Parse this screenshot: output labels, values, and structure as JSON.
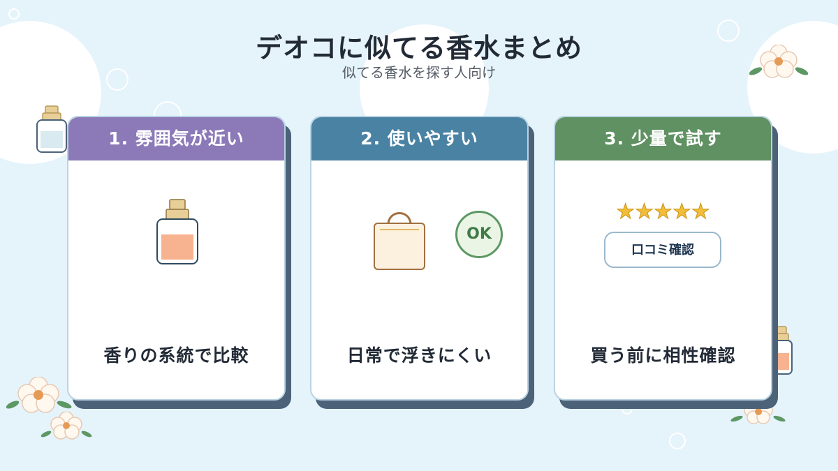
{
  "header": {
    "title": "デオコに似てる香水まとめ",
    "subtitle": "似てる香水を探す人向け"
  },
  "cards": [
    {
      "heading": "1. 雰囲気が近い",
      "caption": "香りの系統で比較",
      "color": "#8b79b8",
      "icon": "perfume-bottle-icon"
    },
    {
      "heading": "2. 使いやすい",
      "caption": "日常で浮きにくい",
      "color": "#4a82a3",
      "icon": "shopping-bag-icon",
      "badge": "OK"
    },
    {
      "heading": "3. 少量で試す",
      "caption": "買う前に相性確認",
      "color": "#5f9162",
      "icon": "star-rating-icon",
      "stars": "★★★★★",
      "review_label": "口コミ確認"
    }
  ],
  "colors": {
    "background": "#e5f3fb",
    "card_shadow": "#4b6279",
    "star": "#f2bd3a",
    "ok_green": "#5d9864"
  }
}
